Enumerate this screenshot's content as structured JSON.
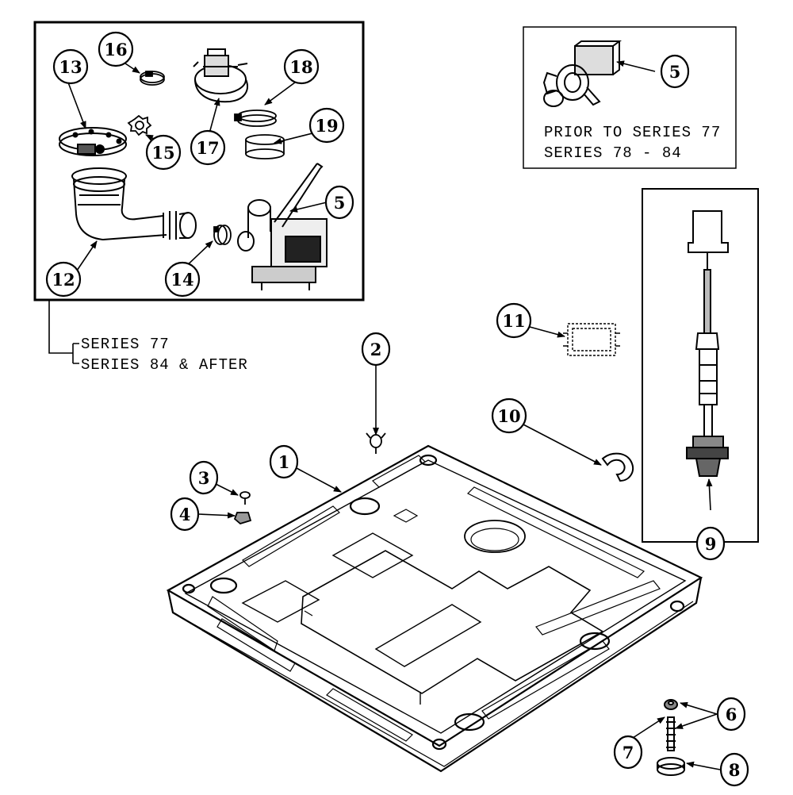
{
  "callouts": [
    "1",
    "2",
    "3",
    "4",
    "5",
    "5",
    "6",
    "7",
    "8",
    "9",
    "10",
    "11",
    "12",
    "13",
    "14",
    "15",
    "16",
    "17",
    "18",
    "19"
  ],
  "notes": {
    "inset_series_line1": "SERIES 77",
    "inset_series_line2": "SERIES 84 & AFTER",
    "pump_prior_line1": "PRIOR TO SERIES 77",
    "pump_prior_line2": "SERIES 78 - 84"
  },
  "colors": {
    "ink": "#000000",
    "paper": "#ffffff"
  }
}
